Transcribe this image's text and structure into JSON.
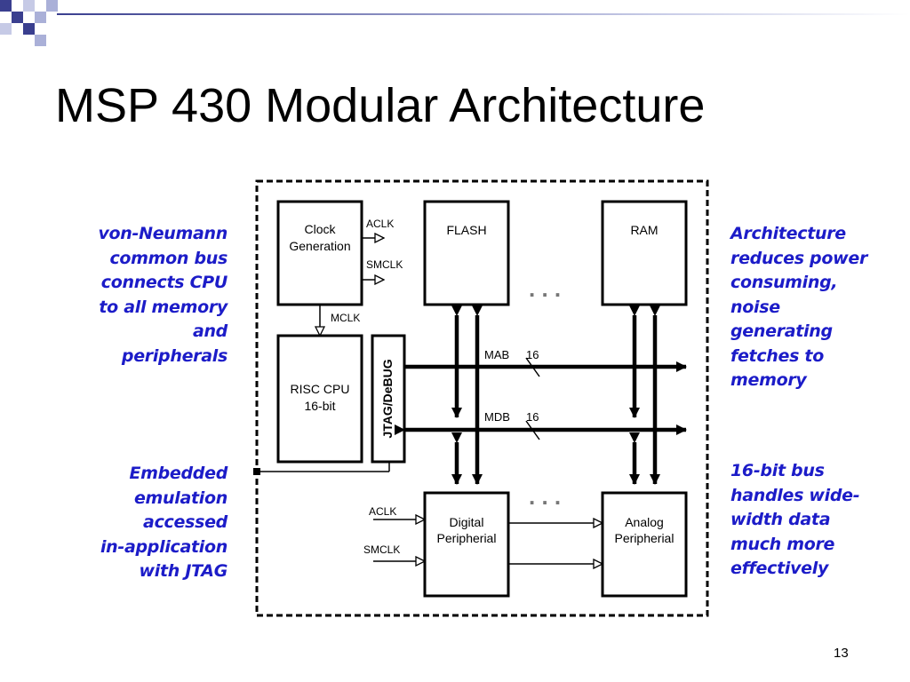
{
  "slide": {
    "title": "MSP 430 Modular Architecture",
    "page_number": "13"
  },
  "notes": {
    "left_top": [
      "von-Neumann",
      "common bus",
      "connects CPU",
      "to all memory",
      "and",
      "peripherals"
    ],
    "left_bottom": [
      "Embedded",
      "emulation",
      "accessed",
      "in-application",
      "with JTAG"
    ],
    "right_top": [
      "Architecture",
      "reduces power",
      "consuming,",
      "noise",
      "generating",
      "fetches to",
      "memory"
    ],
    "right_bottom": [
      "16-bit bus",
      "handles wide-",
      "width data",
      "much more",
      "effectively"
    ]
  },
  "diagram": {
    "blocks": {
      "clock": [
        "Clock",
        "Generation"
      ],
      "flash": "FLASH",
      "ram": "RAM",
      "cpu": [
        "RISC CPU",
        "16-bit"
      ],
      "jtag": "JTAG/DeBUG",
      "digital": [
        "Digital",
        "Peripherial"
      ],
      "analog": [
        "Analog",
        "Peripherial"
      ]
    },
    "signals": {
      "aclk": "ACLK",
      "smclk": "SMCLK",
      "mclk": "MCLK",
      "aclk_in": "ACLK",
      "smclk_in": "SMCLK"
    },
    "buses": {
      "mab": "MAB",
      "mab_width": "16",
      "mdb": "MDB",
      "mdb_width": "16"
    },
    "ellipsis_top": ". . .",
    "ellipsis_bottom": ". . ."
  },
  "colors": {
    "annotation_text": "#1c1cc8",
    "diagram_stroke": "#000000",
    "decor_dark": "#3a3f8f",
    "decor_light": "#aab0d8"
  }
}
